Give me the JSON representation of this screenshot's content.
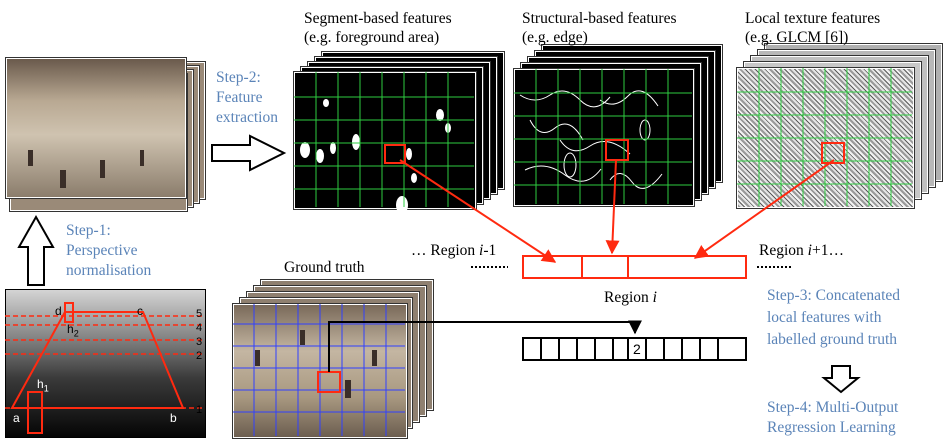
{
  "features": {
    "segment": {
      "line1": "Segment-based features",
      "line2": "(e.g. foreground area)"
    },
    "structural": {
      "line1": "Structural-based features",
      "line2": "(e.g. edge)"
    },
    "texture": {
      "line1": "Local texture features",
      "line2": "(e.g. GLCM [6])"
    }
  },
  "steps": {
    "step1": [
      "Step-1:",
      "Perspective",
      "normalisation"
    ],
    "step2": [
      "Step-2:",
      "Feature",
      "extraction"
    ],
    "step3": [
      "Step-3: Concatenated",
      "local features with",
      "labelled ground truth"
    ],
    "step4": [
      "Step-4: Multi-Output",
      "Regression Learning"
    ]
  },
  "ground_truth": "Ground truth",
  "regions": {
    "prev_prefix": "… Region ",
    "prev_i": "i",
    "prev_suffix": "-1",
    "cur_prefix": "Region ",
    "cur_i": "i",
    "next_prefix": "Region ",
    "next_i": "i",
    "next_suffix": "+1…"
  },
  "vector_value": "2",
  "perspective": {
    "points": [
      "a",
      "b",
      "c",
      "d"
    ],
    "heights": {
      "h1": "h",
      "h1_sub": "1",
      "h2": "h",
      "h2_sub": "2"
    },
    "levels": [
      "1",
      "2",
      "3",
      "4",
      "5"
    ]
  },
  "colors": {
    "step_text": "#5b84b8",
    "highlight": "#ff2a10",
    "grid_green": "#2ecc40",
    "grid_blue": "#3040ff"
  }
}
